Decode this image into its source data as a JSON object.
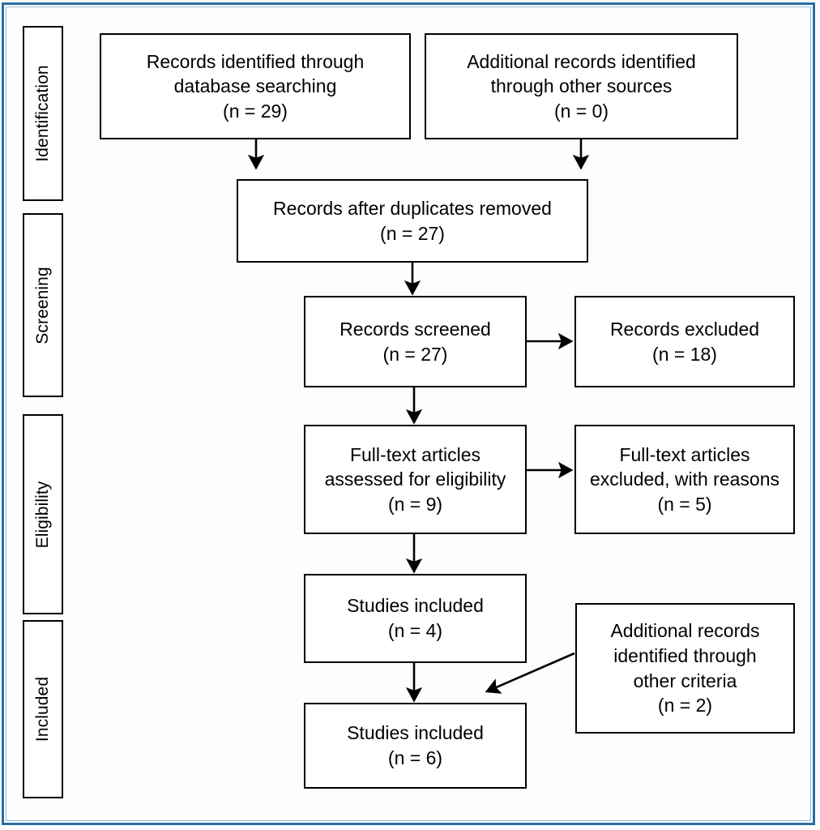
{
  "figure": {
    "type": "prisma-flow-diagram",
    "frame_color": "#2d6ca2",
    "line_color": "#000000",
    "background": "#ffffff"
  },
  "stages": [
    {
      "id": "identification",
      "label": "Identification"
    },
    {
      "id": "screening",
      "label": "Screening"
    },
    {
      "id": "eligibility",
      "label": "Eligibility"
    },
    {
      "id": "included",
      "label": "Included"
    }
  ],
  "nodes": {
    "records_database": {
      "text": "Records identified through\ndatabase searching\n(n = 29)",
      "count_label": "(n = 29)",
      "n": 29
    },
    "records_other_sources": {
      "text": "Additional records identified\nthrough other sources\n(n = 0)",
      "count_label": "(n = 0)",
      "n": 0
    },
    "duplicates_removed": {
      "text": "Records after duplicates removed\n(n = 27)",
      "count_label": "(n = 27)",
      "n": 27
    },
    "records_screened": {
      "text": "Records screened\n(n = 27)",
      "count_label": "(n = 27)",
      "n": 27
    },
    "records_excluded": {
      "text": "Records excluded\n(n = 18)",
      "count_label": "(n = 18)",
      "n": 18
    },
    "fulltext_assessed": {
      "text": "Full-text articles\nassessed for eligibility\n(n = 9)",
      "count_label": "(n = 9)",
      "n": 9
    },
    "fulltext_excluded": {
      "text": "Full-text articles\nexcluded, with reasons\n(n = 5)",
      "count_label": "(n = 5)",
      "n": 5
    },
    "studies_included_first": {
      "text": "Studies included\n(n = 4)",
      "count_label": "(n = 4)",
      "n": 4
    },
    "records_other_criteria": {
      "text": "Additional records\nidentified through\nother criteria\n(n = 2)",
      "count_label": "(n = 2)",
      "n": 2
    },
    "studies_included_final": {
      "text": "Studies included\n(n = 6)",
      "count_label": "(n = 6)",
      "n": 6
    }
  },
  "edges": [
    {
      "from": "records_database",
      "to": "duplicates_removed",
      "style": "elbow-down",
      "arrow": true
    },
    {
      "from": "records_other_sources",
      "to": "duplicates_removed",
      "style": "elbow-down",
      "arrow": true
    },
    {
      "from": "duplicates_removed",
      "to": "records_screened",
      "style": "straight-down",
      "arrow": true
    },
    {
      "from": "records_screened",
      "to": "records_excluded",
      "style": "straight-right",
      "arrow": true
    },
    {
      "from": "records_screened",
      "to": "fulltext_assessed",
      "style": "straight-down",
      "arrow": true
    },
    {
      "from": "fulltext_assessed",
      "to": "fulltext_excluded",
      "style": "straight-right",
      "arrow": true
    },
    {
      "from": "fulltext_assessed",
      "to": "studies_included_first",
      "style": "straight-down",
      "arrow": true
    },
    {
      "from": "studies_included_first",
      "to": "studies_included_final",
      "style": "straight-down",
      "arrow": true
    },
    {
      "from": "records_other_criteria",
      "to": "studies_included_final",
      "style": "diagonal-left",
      "arrow": true
    }
  ]
}
